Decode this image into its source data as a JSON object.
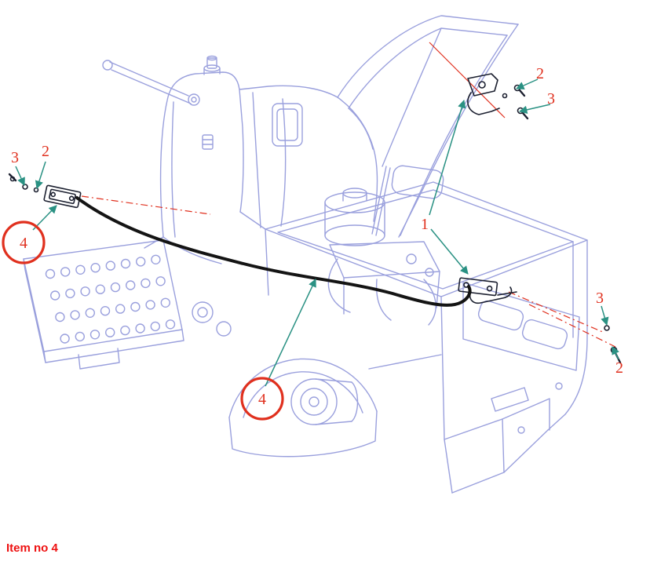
{
  "figure": {
    "caption": "Item no 4",
    "callouts": [
      {
        "id": "3-upper-left",
        "label": "3"
      },
      {
        "id": "2-upper-left",
        "label": "2"
      },
      {
        "id": "4-left-circled",
        "label": "4"
      },
      {
        "id": "2-upper-right",
        "label": "2"
      },
      {
        "id": "3-upper-right",
        "label": "3"
      },
      {
        "id": "1-center",
        "label": "1"
      },
      {
        "id": "3-right",
        "label": "3"
      },
      {
        "id": "2-right",
        "label": "2"
      },
      {
        "id": "4-center-circled",
        "label": "4"
      }
    ],
    "highlight_icon": "red-circle-highlight",
    "colors": {
      "line_art": "#9aa0dd",
      "leader": "#2a9183",
      "annotation": "#e0301e",
      "cable": "#141414",
      "hardware": "#1c2030",
      "caption": "#ee1111",
      "background": "#ffffff"
    }
  }
}
